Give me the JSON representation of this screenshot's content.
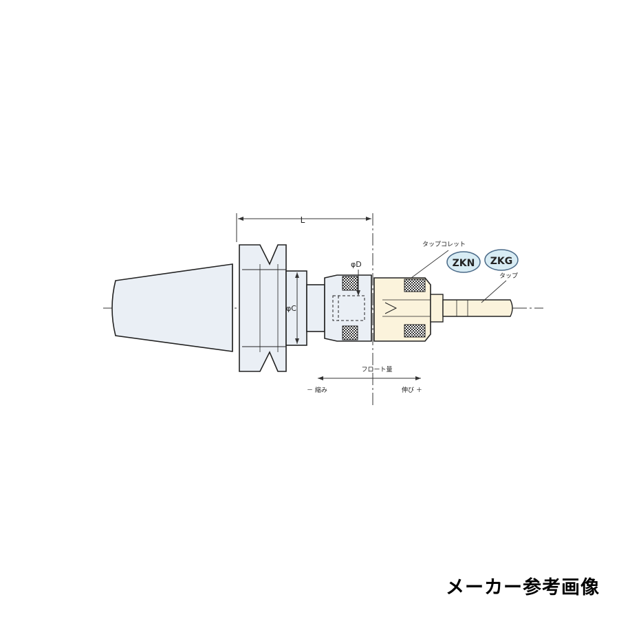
{
  "diagram": {
    "dim_length": "L",
    "dim_diameter_d": "φD",
    "dim_diameter_c": "φC",
    "tap_collet_label": "タップコレット",
    "badge_zkn": "ZKN",
    "badge_zkg": "ZKG",
    "tap_label": "タップ",
    "float_label": "フロート量",
    "shrink_label": "－ 縮み",
    "extend_label": "伸び ＋"
  },
  "caption": "メーカー参考画像",
  "colors": {
    "body_fill": "#eaeff5",
    "tap_fill": "#fbf3dc",
    "badge_fill": "#d8ecf4",
    "outline": "#222222"
  }
}
